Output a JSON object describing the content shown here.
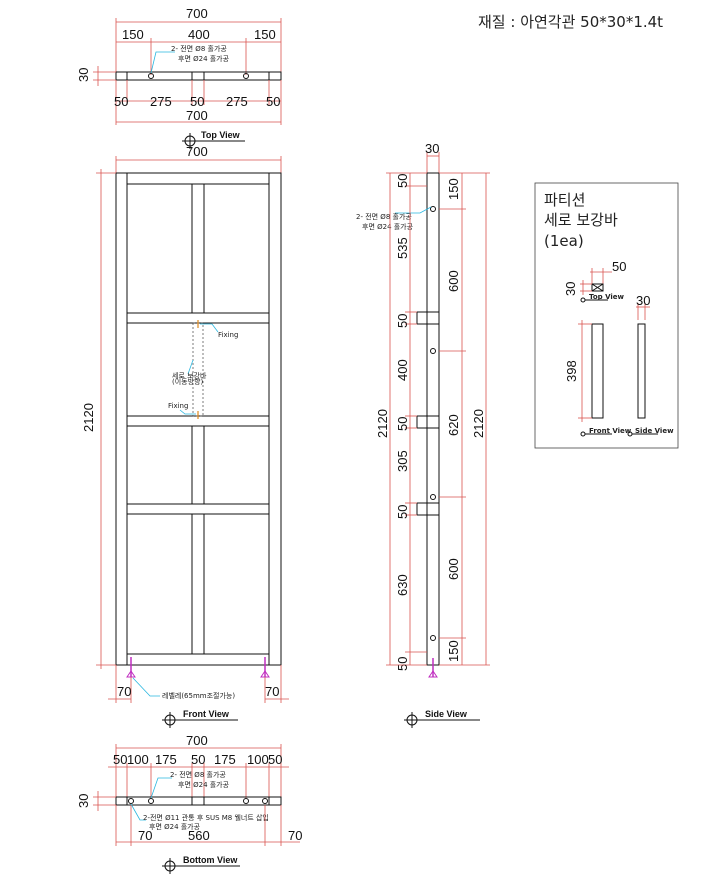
{
  "material": "재질 : 아연각관 50*30*1.4t",
  "top_view": {
    "title": "Top View",
    "dims_top": [
      "700",
      "150",
      "400",
      "150"
    ],
    "dims_bottom": [
      "50",
      "275",
      "50",
      "275",
      "50"
    ],
    "dim_bottom_total": "700",
    "height": "30",
    "note_line1": "2- 전면 Ø8 홀가공",
    "note_line2": "후면 Ø24 홀가공"
  },
  "front_view": {
    "title": "Front View",
    "width": "700",
    "height": "2120",
    "left_offset": "70",
    "right_offset": "70",
    "leveler_note": "레벨레(65mm조절가능)",
    "center_note_line1": "세로 보강바",
    "center_note_line2": "(이동방향)",
    "tag_a": "Fixing",
    "tag_b": "Fixing"
  },
  "side_view": {
    "title": "Side View",
    "width": "30",
    "total_left": "2120",
    "total_right": "2120",
    "left_dims": [
      "50",
      "535",
      "50",
      "400",
      "50",
      "305",
      "50",
      "630",
      "50"
    ],
    "right_dims": [
      "150",
      "600",
      "620",
      "600",
      "150"
    ],
    "note_line1": "2- 전면 Ø8 홀가공",
    "note_line2": "후면 Ø24 홀가공"
  },
  "partition_box": {
    "title_line1": "파티션",
    "title_line2": "세로 보강바",
    "title_line3": "(1ea)",
    "dim_width": "50",
    "dim_thickness": "30",
    "dim_height": "398",
    "dim_side": "30",
    "label_top": "Top View",
    "label_front": "Front View",
    "label_side": "Side View"
  },
  "bottom_view": {
    "title": "Bottom View",
    "dim_total": "700",
    "dims_top": [
      "50",
      "100",
      "175",
      "50",
      "175",
      "100",
      "50"
    ],
    "height": "30",
    "note_line1": "2- 전면 Ø8 홀가공",
    "note_line2": "후면 Ø24 홀가공",
    "note2_line1": "2-전면 Ø11 관통 후 SUS M8 웰너트 삽입",
    "note2_line2": "후면 Ø24 홀가공",
    "dims_bottom": [
      "70",
      "560",
      "70"
    ]
  }
}
